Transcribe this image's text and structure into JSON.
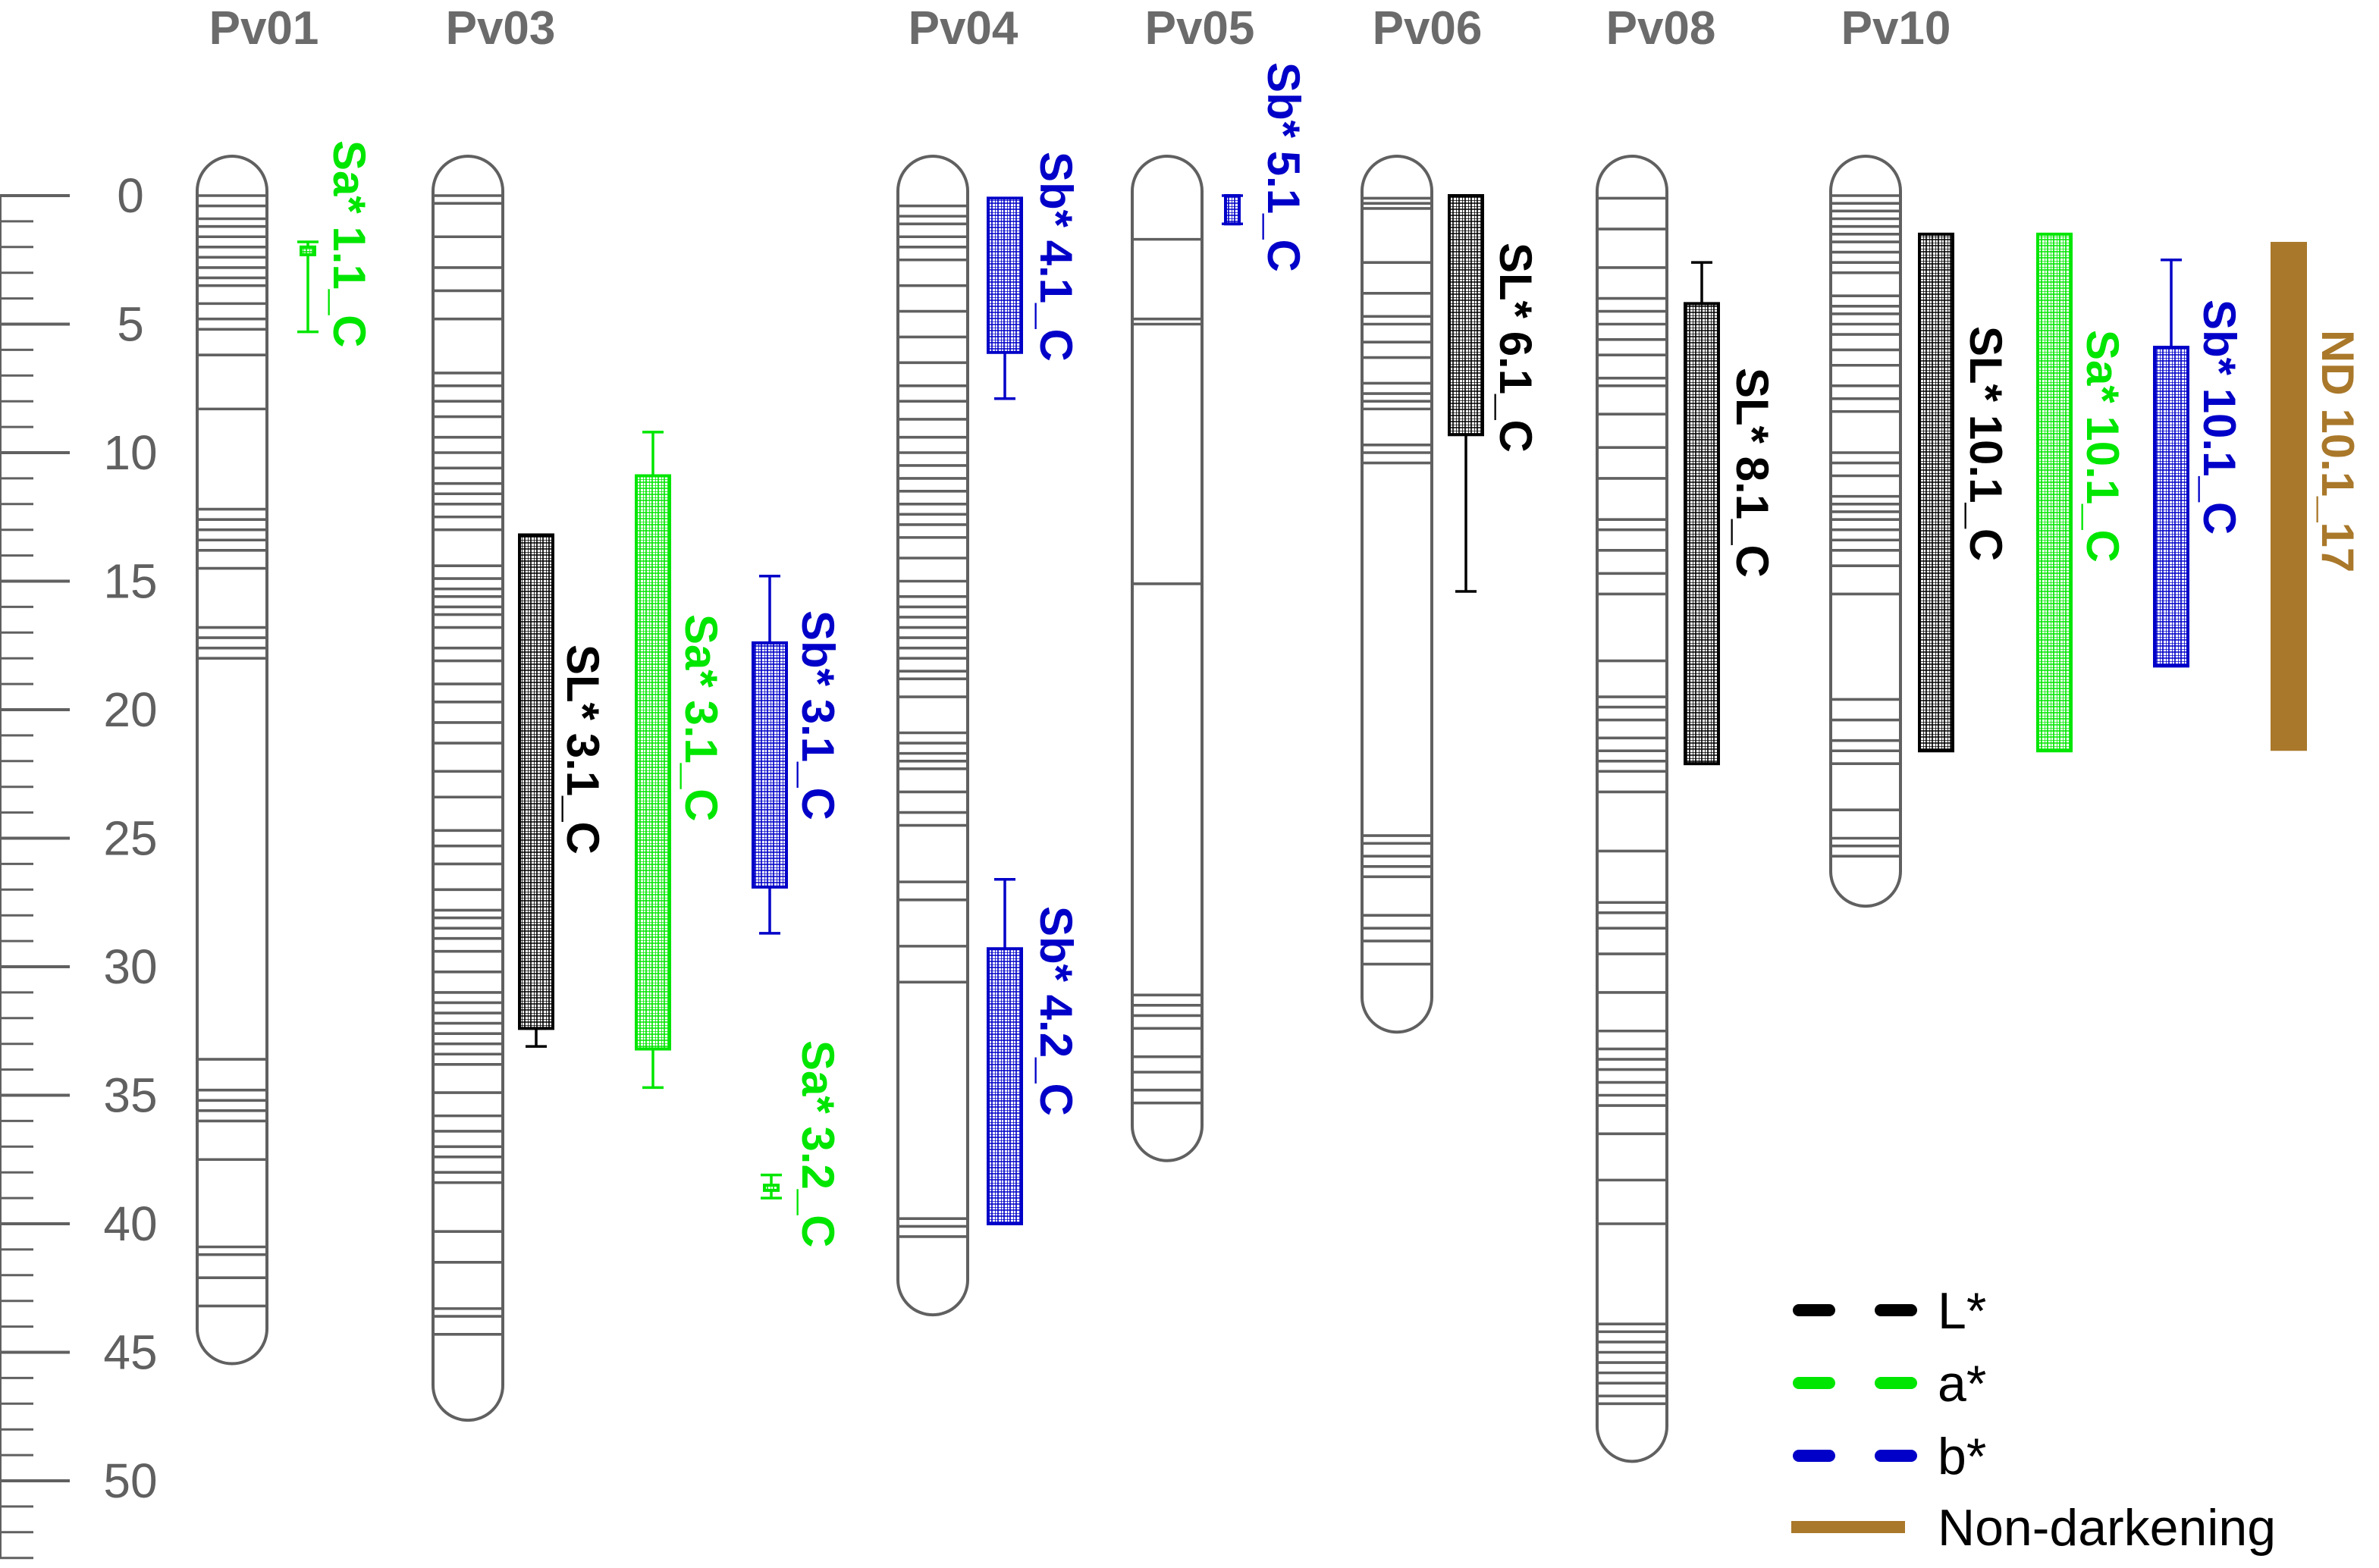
{
  "colors": {
    "chrom_stroke": "#606060",
    "band": "#606060",
    "axis": "#606060",
    "chrom_label": "#6b6b6b",
    "L": "#000000",
    "a": "#00e600",
    "b": "#0000c8",
    "nd": "#a9782a"
  },
  "axis": {
    "ticks": [
      "0",
      "5",
      "10",
      "15",
      "20",
      "25",
      "30",
      "35",
      "40",
      "45",
      "50"
    ]
  },
  "chromosomes": [
    {
      "id": "Pv01",
      "label": "Pv01",
      "length": 44.5,
      "bands": [
        0,
        0.4,
        0.9,
        1.2,
        1.6,
        2.0,
        2.4,
        2.8,
        3.2,
        3.5,
        4.2,
        4.8,
        5.2,
        6.2,
        8.3,
        12.2,
        12.6,
        13.0,
        13.4,
        13.8,
        14.5,
        16.8,
        17.2,
        17.6,
        18.0,
        33.6,
        34.8,
        35.2,
        35.6,
        36.0,
        37.5,
        40.9,
        41.2,
        42.1,
        43.2
      ]
    },
    {
      "id": "Pv03",
      "label": "Pv03",
      "length": 46.7,
      "bands": [
        0,
        0.3,
        1.6,
        2.8,
        3.7,
        4.8,
        6.9,
        7.4,
        8.0,
        8.6,
        9.4,
        10.0,
        10.6,
        11.2,
        11.6,
        12.0,
        12.5,
        13.0,
        14.4,
        14.9,
        15.3,
        15.6,
        16.0,
        16.3,
        16.8,
        17.6,
        18.1,
        19.0,
        19.7,
        20.5,
        21.3,
        22.4,
        23.4,
        24.7,
        25.3,
        26.0,
        27.0,
        27.8,
        28.1,
        28.5,
        28.9,
        29.4,
        30.2,
        31.0,
        31.4,
        31.8,
        32.2,
        32.6,
        33.0,
        33.4,
        33.8,
        34.9,
        35.8,
        36.4,
        37.0,
        37.4,
        38.0,
        38.4,
        40.3,
        41.5,
        43.3,
        43.6,
        44.3
      ]
    },
    {
      "id": "Pv04",
      "label": "Pv04",
      "length": 42.6,
      "bands": [
        0.4,
        0.8,
        1.1,
        1.6,
        2.0,
        2.5,
        3.5,
        4.5,
        5.5,
        6.5,
        7.4,
        8.0,
        8.7,
        9.4,
        10.0,
        10.5,
        11.0,
        11.5,
        12.0,
        12.4,
        12.8,
        13.3,
        14.1,
        15.0,
        15.6,
        16.0,
        16.4,
        16.8,
        17.2,
        17.6,
        18.0,
        18.5,
        18.8,
        19.5,
        20.9,
        21.3,
        21.7,
        22.0,
        22.3,
        23.2,
        24.0,
        24.5,
        26.7,
        27.4,
        29.2,
        30.6,
        39.8,
        40.1,
        40.5
      ]
    },
    {
      "id": "Pv05",
      "label": "Pv05",
      "length": 36.6,
      "bands": [
        1.7,
        4.8,
        5.0,
        15.1,
        31.1,
        31.5,
        31.9,
        32.4,
        33.5,
        34.1,
        34.8,
        35.3
      ]
    },
    {
      "id": "Pv06",
      "label": "Pv06",
      "length": 31.6,
      "bands": [
        0.1,
        0.3,
        0.5,
        2.6,
        3.8,
        4.7,
        5.0,
        5.7,
        6.3,
        7.3,
        7.7,
        8.0,
        8.3,
        9.7,
        10.0,
        10.4,
        24.9,
        25.2,
        25.7,
        26.1,
        26.5,
        28.0,
        28.5,
        29.0,
        29.9
      ]
    },
    {
      "id": "Pv08",
      "label": "Pv08",
      "length": 48.3,
      "bands": [
        0.1,
        1.3,
        2.8,
        4.0,
        4.5,
        5.0,
        5.6,
        6.2,
        7.1,
        7.4,
        8.5,
        9.8,
        11.0,
        12.6,
        13.0,
        13.8,
        14.7,
        15.5,
        18.1,
        19.5,
        19.9,
        20.4,
        21.1,
        21.6,
        22.0,
        22.4,
        23.2,
        25.5,
        27.5,
        27.9,
        28.5,
        29.5,
        31.0,
        32.5,
        33.2,
        33.6,
        34.0,
        34.5,
        35.0,
        35.4,
        36.5,
        38.3,
        40.0,
        43.9,
        44.2,
        44.6,
        45.0,
        45.4,
        45.8,
        46.2,
        46.7,
        47.0
      ]
    },
    {
      "id": "Pv10",
      "label": "Pv10",
      "length": 26.7,
      "bands": [
        0,
        0.3,
        0.6,
        0.9,
        1.2,
        1.5,
        1.8,
        2.2,
        2.6,
        3.0,
        3.9,
        4.3,
        4.6,
        5.0,
        5.4,
        6.0,
        6.6,
        7.4,
        7.9,
        8.4,
        10.0,
        10.4,
        10.9,
        11.7,
        12.0,
        12.3,
        12.6,
        13.0,
        13.4,
        13.8,
        14.4,
        15.5,
        19.6,
        20.4,
        21.2,
        21.6,
        22.1,
        23.9,
        25.0,
        25.3,
        25.7
      ]
    }
  ],
  "qtls": [
    {
      "id": "sa-1-1",
      "trait": "a",
      "label": "Sa* 1.1_C",
      "chrom": "Pv01",
      "start": 2.0,
      "end": 2.3,
      "wlo": 1.8,
      "whi": 5.3
    },
    {
      "id": "sl-3-1",
      "trait": "L",
      "label": "SL* 3.1_C",
      "chrom": "Pv03",
      "start": 13.2,
      "end": 32.4,
      "wlo": 32.4,
      "whi": 33.1
    },
    {
      "id": "sa-3-1",
      "trait": "a",
      "label": "Sa* 3.1_C",
      "chrom": "Pv03",
      "start": 10.9,
      "end": 33.2,
      "wlo": 9.2,
      "whi": 34.7
    },
    {
      "id": "sb-3-1",
      "trait": "b",
      "label": "Sb* 3.1_C",
      "chrom": "Pv03",
      "start": 17.4,
      "end": 26.9,
      "wlo": 14.8,
      "whi": 28.7
    },
    {
      "id": "sa-3-2",
      "trait": "a",
      "label": "Sa* 3.2_C",
      "chrom": "Pv03",
      "start": 38.5,
      "end": 38.7,
      "wlo": 38.1,
      "whi": 39.0
    },
    {
      "id": "sb-4-1",
      "trait": "b",
      "label": "Sb* 4.1_C",
      "chrom": "Pv04",
      "start": 0.1,
      "end": 6.1,
      "wlo": 6.1,
      "whi": 7.9
    },
    {
      "id": "sb-4-2",
      "trait": "b",
      "label": "Sb* 4.2_C",
      "chrom": "Pv04",
      "start": 29.3,
      "end": 40.0,
      "wlo": 26.6,
      "whi": 40.0
    },
    {
      "id": "sb-5-1",
      "trait": "b",
      "label": "Sb* 5.1_C",
      "chrom": "Pv05",
      "start": 0.0,
      "end": 1.1,
      "wlo": 0.0,
      "whi": 1.1
    },
    {
      "id": "sl-6-1",
      "trait": "L",
      "label": "SL* 6.1_C",
      "chrom": "Pv06",
      "start": 0.0,
      "end": 9.3,
      "wlo": 9.3,
      "whi": 15.4
    },
    {
      "id": "sl-8-1",
      "trait": "L",
      "label": "SL* 8.1_C",
      "chrom": "Pv08",
      "start": 4.2,
      "end": 22.1,
      "wlo": 2.6,
      "whi": 4.2
    },
    {
      "id": "sl-10-1",
      "trait": "L",
      "label": "SL* 10.1_C",
      "chrom": "Pv10",
      "start": 1.5,
      "end": 21.6,
      "wlo": 1.5,
      "whi": 21.6
    },
    {
      "id": "sa-10-1",
      "trait": "a",
      "label": "Sa* 10.1_C",
      "chrom": "Pv10",
      "start": 1.5,
      "end": 21.6,
      "wlo": 1.5,
      "whi": 21.6
    },
    {
      "id": "sb-10-1",
      "trait": "b",
      "label": "Sb* 10.1_C",
      "chrom": "Pv10",
      "start": 5.9,
      "end": 18.3,
      "wlo": 2.5,
      "whi": 18.3
    },
    {
      "id": "nd-10-1",
      "trait": "nd",
      "label": "ND 10.1_17",
      "chrom": "Pv10",
      "start": 1.8,
      "end": 21.6
    }
  ],
  "legend": [
    {
      "key": "L",
      "label": "L*"
    },
    {
      "key": "a",
      "label": "a*"
    },
    {
      "key": "b",
      "label": "b*"
    },
    {
      "key": "nd",
      "label": "Non-darkening"
    }
  ]
}
